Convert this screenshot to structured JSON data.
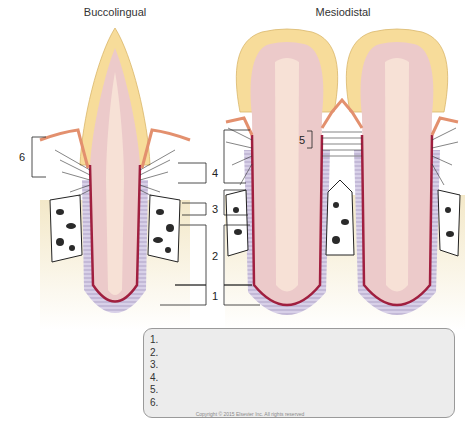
{
  "diagram": {
    "nodes": [
      {
        "text": [
          "1.",
          "2.",
          "3.",
          "4.",
          "5.",
          "6."
        ]
      }
    ],
    "labels": [
      "Buccolingual",
      "Mesiodistal",
      "6",
      "4",
      "3",
      "2",
      "1",
      "5",
      "Copyright © 2015 Elsevier Inc. All rights reserved"
    ]
  }
}
